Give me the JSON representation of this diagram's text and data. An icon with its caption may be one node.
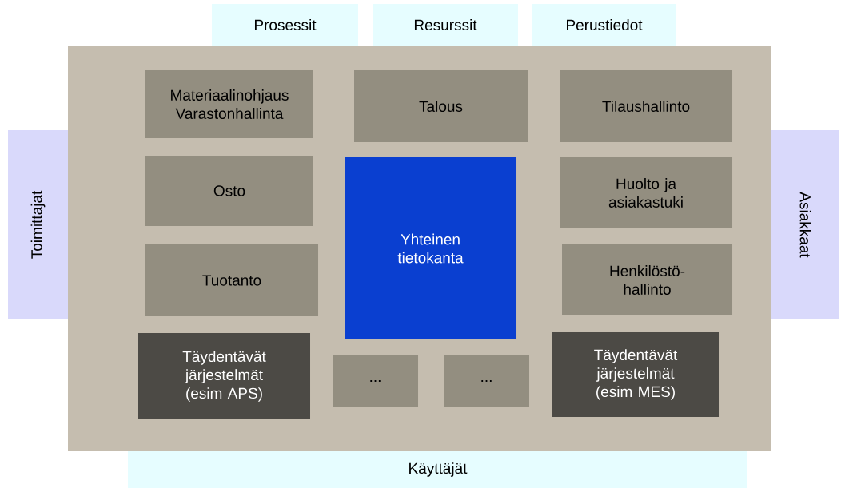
{
  "diagram": {
    "nodes": [
      {
        "text": [
          "Prosessit"
        ]
      },
      {
        "text": [
          "Resurssit"
        ]
      },
      {
        "text": [
          "Perustiedot"
        ]
      },
      {
        "text": [],
        "shape": "box"
      },
      {
        "text": [
          "Materiaalinohjaus",
          "Varastonhallinta"
        ],
        "in": 3
      },
      {
        "text": [
          "Talous"
        ],
        "in": 3
      },
      {
        "text": [
          "Tilaushallinto"
        ],
        "in": 3
      },
      {
        "text": [
          "Osto"
        ],
        "in": 3
      },
      {
        "text": [
          "Yhteinen tietokanta"
        ],
        "in": 3
      },
      {
        "text": [
          "Huolto ja asiakastuki"
        ],
        "in": 3
      },
      {
        "text": [
          "Tuotanto"
        ],
        "in": 3
      },
      {
        "text": [
          "Henkilöstö- hallinto"
        ],
        "in": 3
      },
      {
        "text": [
          "Täydentävät järjestelmät (esim APS)"
        ],
        "in": 3
      },
      {
        "text": [
          "..."
        ],
        "in": 3
      },
      {
        "text": [
          "..."
        ],
        "in": 3
      },
      {
        "text": [
          "Täydentävät järjestelmät (esim MES)"
        ],
        "in": 3
      },
      {
        "text": [
          "Toimittajat"
        ]
      },
      {
        "text": [
          "Asiakkaat"
        ]
      },
      {
        "text": [
          "Käyttäjät"
        ]
      }
    ]
  }
}
